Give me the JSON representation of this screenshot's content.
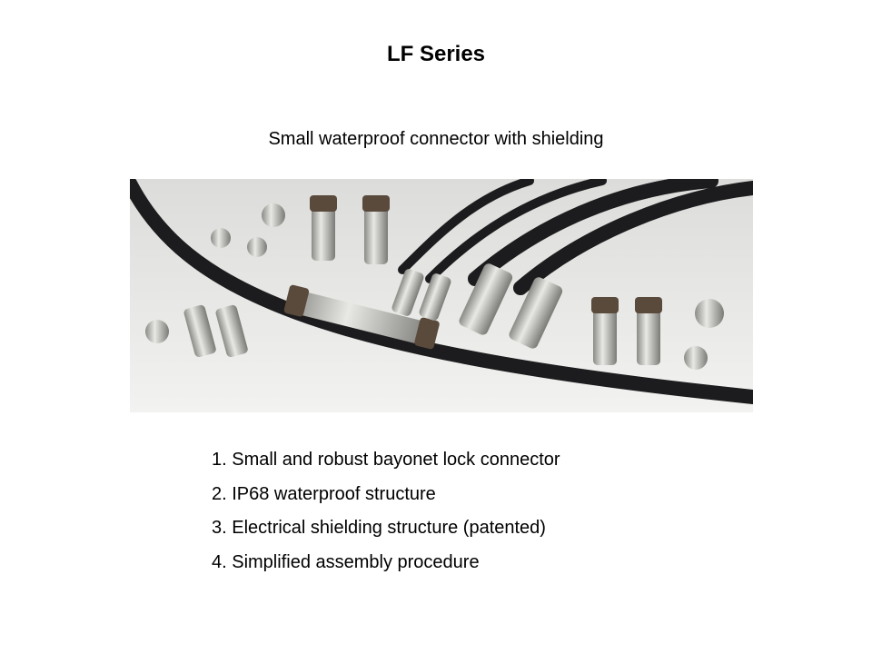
{
  "slide": {
    "title": "LF Series",
    "subtitle": "Small waterproof connector with shielding",
    "photo_icon": "connector-product-photo",
    "features": [
      "1. Small and robust bayonet lock connector",
      "2. IP68 waterproof structure",
      "3. Electrical shielding structure (patented)",
      "4. Simplified assembly procedure"
    ]
  },
  "colors": {
    "background": "#ffffff",
    "photo_bg": "#e6e6e4",
    "cable": "#1c1c1e",
    "metal": "#b8b8b4",
    "cap": "#5a4a3c"
  }
}
